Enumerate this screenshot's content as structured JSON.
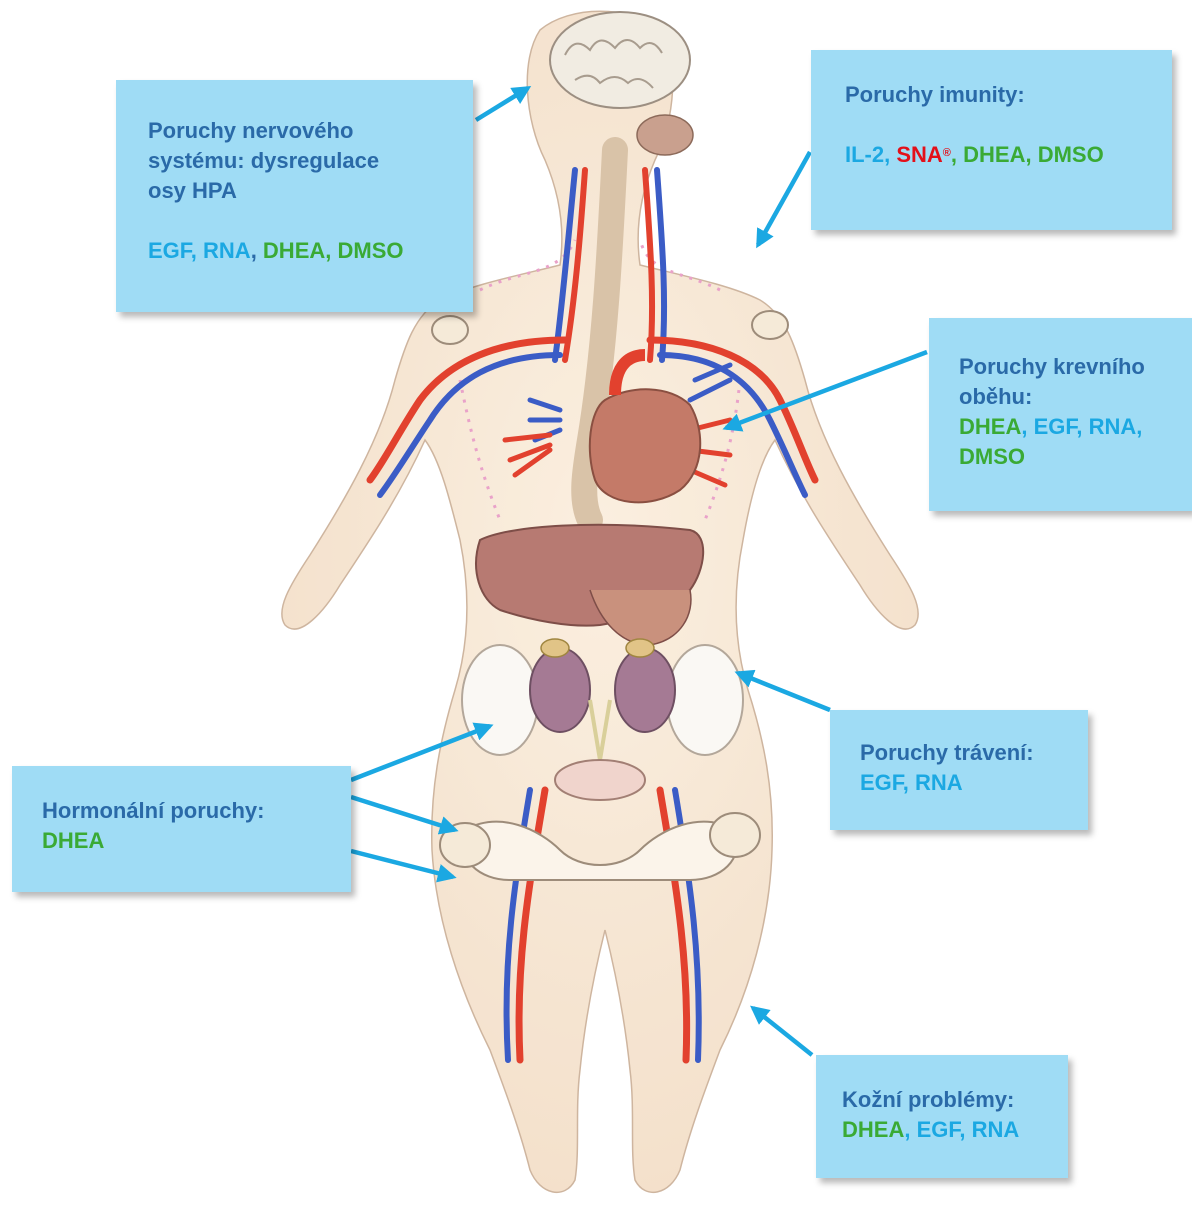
{
  "boxes": {
    "nervous": {
      "title_lines": [
        "Poruchy nervového",
        "systému: dysregulace",
        "osy HPA"
      ],
      "tokens": [
        {
          "text": "EGF, RNA",
          "color": "blue"
        },
        {
          "text": ", ",
          "color": "dark"
        },
        {
          "text": "DHEA, DMSO",
          "color": "green"
        }
      ]
    },
    "immunity": {
      "title": "Poruchy imunity:",
      "tokens": [
        {
          "text": "IL-2, ",
          "color": "blue"
        },
        {
          "text": "SNA",
          "color": "red"
        },
        {
          "text": "®",
          "color": "red",
          "sup": true
        },
        {
          "text": ", DHEA, DMSO",
          "color": "green"
        }
      ]
    },
    "blood": {
      "title_lines": [
        "Poruchy krevního",
        "oběhu:"
      ],
      "tokens": [
        {
          "text": "DHEA",
          "color": "green"
        },
        {
          "text": ", EGF, RNA,",
          "color": "blue"
        },
        {
          "text": "DMSO",
          "color": "green",
          "newline": true
        }
      ]
    },
    "digestion": {
      "title": "Poruchy trávení:",
      "tokens": [
        {
          "text": "EGF, RNA",
          "color": "blue"
        }
      ]
    },
    "hormonal": {
      "title": "Hormonální poruchy:",
      "tokens": [
        {
          "text": "DHEA",
          "color": "green"
        }
      ]
    },
    "skin": {
      "title": "Kožní problémy:",
      "tokens": [
        {
          "text": "DHEA",
          "color": "green"
        },
        {
          "text": ", EGF, RNA",
          "color": "blue"
        }
      ]
    }
  },
  "colors": {
    "box_bg": "#9fdcf5",
    "title": "#2a6aa8",
    "blue": "#1ba8e2",
    "green": "#3aaa35",
    "red": "#e3101a",
    "arrow": "#1ba8e2",
    "artery": "#e2412e",
    "vein": "#3b5cc6",
    "skin": "#f6e3cf",
    "organ": "#b97a6e"
  }
}
